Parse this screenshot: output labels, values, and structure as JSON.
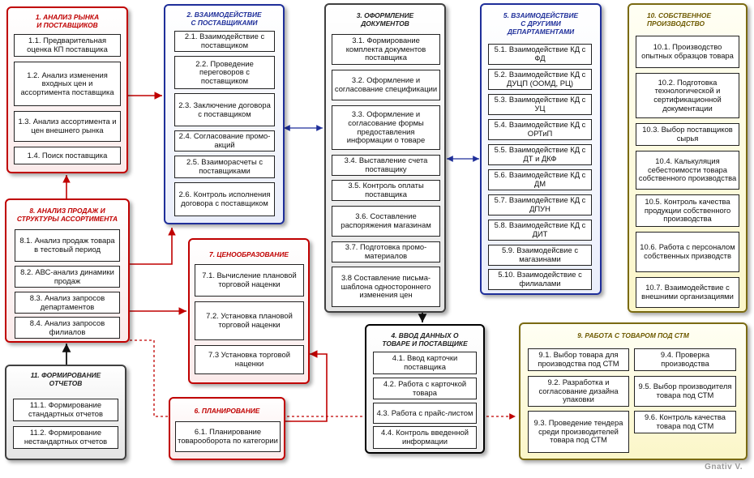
{
  "groups": {
    "g1": {
      "title": "1. АНАЛИЗ РЫНКА\nИ ПОСТАВЩИКОВ",
      "items": [
        "1.1. Предварительная оценка КП поставщика",
        "1.2. Анализ изменения входных  цен и ассортимента поставщика",
        "1.3. Анализ ассортимента и цен внешнего рынка",
        "1.4. Поиск поставщика"
      ]
    },
    "g2": {
      "title": "2. ВЗАИМОДЕЙСТВИЕ\nС ПОСТАВЩИКАМИ",
      "items": [
        "2.1. Взаимодействие с поставщиком",
        "2.2. Проведение переговоров с поставщиком",
        "2.3. Заключение договора с поставщиком",
        "2.4. Согласование промо-акций",
        "2.5. Взаиморасчеты с поставщиками",
        "2.6. Контроль исполнения договора с поставщиком"
      ]
    },
    "g3": {
      "title": "3. ОФОРМЛЕНИЕ\nДОКУМЕНТОВ",
      "items": [
        "3.1. Формирование комплекта документов поставщика",
        "3.2. Оформление и согласование спецификации",
        "3.3. Оформление и согласование формы предоставления информации о товаре",
        "3.4. Выставление счета поставщику",
        "3.5. Контроль оплаты поставщика",
        "3.6. Составление распоряжения магазинам",
        "3.7. Подготовка промо-материалов",
        "3.8 Составление письма-шаблона одностороннего изменения цен"
      ]
    },
    "g4": {
      "title": "4. ВВОД ДАННЫХ О\nТОВАРЕ И ПОСТАВЩИКЕ",
      "items": [
        "4.1. Ввод карточки поставщика",
        "4.2. Работа с карточкой товара",
        "4.3. Работа с прайс-листом",
        "4.4. Контроль введенной информации"
      ]
    },
    "g5": {
      "title": "5. ВЗАИМОДЕЙСТВИЕ\nС ДРУГИМИ\nДЕПАРТАМЕНТАМИ",
      "items": [
        "5.1. Взаимодействие КД с ФД",
        "5.2. Взаимодействие КД с ДУЦП (ООМД, РЦ)",
        "5.3. Взаимодействие КД с УЦ",
        "5.4. Взаимодействие КД с ОРТиП",
        "5.5. Взаимодействие КД с ДТ и ДКФ",
        "5.6. Взаимодействие КД с ДМ",
        "5.7. Взаимодействие КД с ДПУН",
        "5.8. Взаимодействие КД с ДИТ",
        "5.9. Взаимодейсвие с магазинами",
        "5.10. Взаимодействие с филиалами"
      ]
    },
    "g6": {
      "title": "6. ПЛАНИРОВАНИЕ",
      "items": [
        "6.1. Планирование товарооборота по категории"
      ]
    },
    "g7": {
      "title": "7. ЦЕНООБРАЗОВАНИЕ",
      "items": [
        "7.1. Вычисление плановой торговой наценки",
        "7.2. Установка плановой торговой наценки",
        "7.3 Установка торговой наценки"
      ]
    },
    "g8": {
      "title": "8. АНАЛИЗ ПРОДАЖ И\nСТРУКТУРЫ АССОРТИМЕНТА",
      "items": [
        "8.1. Анализ продаж товара в тестовый период",
        "8.2. АВС-анализ динамики продаж",
        "8.3. Анализ запросов департаментов",
        "8.4. Анализ запросов филиалов"
      ]
    },
    "g9": {
      "title": "9. РАБОТА С ТОВАРОМ ПОД СТМ",
      "items": [
        "9.1. Выбор товара для производства под СТМ",
        "9.2. Разработка и согласование дизайна упаковки",
        "9.3. Проведение тендера среди производителей товара под СТМ",
        "9.4. Проверка производства",
        "9.5. Выбор производителя товара под СТМ",
        "9.6. Контроль качества товара под СТМ"
      ]
    },
    "g10": {
      "title": "10. СОБСТВЕННОЕ\nПРОИЗВОДСТВО",
      "items": [
        "10.1. Производство опытных образцов товара",
        "10.2. Подготовка технологической и сертификационной документации",
        "10.3. Выбор поставщиков сырья",
        "10.4. Калькуляция себестоимости товара собственного производства",
        "10.5. Контроль качества продукции собственного производства",
        "10.6. Работа с персоналом собственных призводств",
        "10.7. Взаимодействие с внешними организациями"
      ]
    },
    "g11": {
      "title": "11. ФОРМИРОВАНИЕ\nОТЧЕТОВ",
      "items": [
        "11.1. Формирование стандартных отчетов",
        "11.2. Формирование нестандартных отчетов"
      ]
    }
  },
  "signature": "Gnativ V.",
  "colors": {
    "red": "#c00000",
    "blue": "#1f2f9a",
    "grey": "#404040",
    "olive": "#7a6a12"
  }
}
